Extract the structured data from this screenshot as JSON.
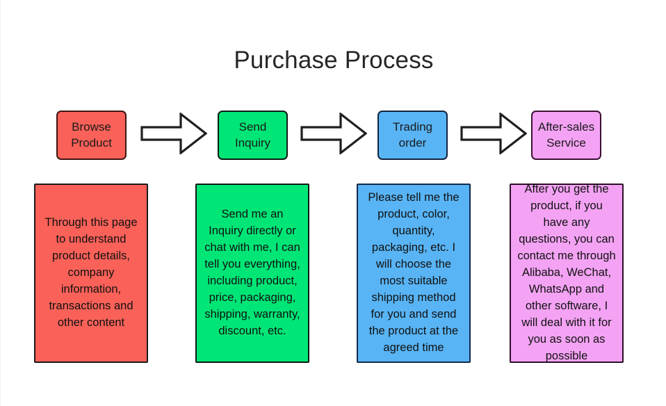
{
  "page": {
    "title": "Purchase Process",
    "background_color": "#ffffff"
  },
  "flow": {
    "arrow_icon_name": "right-block-arrow-icon",
    "arrow_fill": "#ffffff",
    "arrow_stroke": "#1f1f1f",
    "steps": [
      {
        "id": "browse-product",
        "stage_label": "Browse Product",
        "detail_text": "Through this page to understand product details, company information, transactions and other content",
        "fill_color": "#fa6158",
        "border_color": "#3d1512"
      },
      {
        "id": "send-inquiry",
        "stage_label": "Send Inquiry",
        "detail_text": "Send me an Inquiry directly or chat with me, I can tell you everything, including product, price, packaging, shipping, warranty, discount, etc.",
        "fill_color": "#00e676",
        "border_color": "#0d1a12"
      },
      {
        "id": "trading-order",
        "stage_label": "Trading order",
        "detail_text": "Please tell me the product, color, quantity, packaging, etc. I will choose the most suitable shipping method for you and send the product at the agreed time",
        "fill_color": "#58b4f5",
        "border_color": "#12243d"
      },
      {
        "id": "after-sales-service",
        "stage_label": "After-sales Service",
        "detail_text": "After you get the product, if you have any questions, you can contact me through Alibaba, WeChat, WhatsApp and other software, I will deal with it for you as soon as possible",
        "fill_color": "#f4a3f4",
        "border_color": "#3d1236"
      }
    ]
  }
}
